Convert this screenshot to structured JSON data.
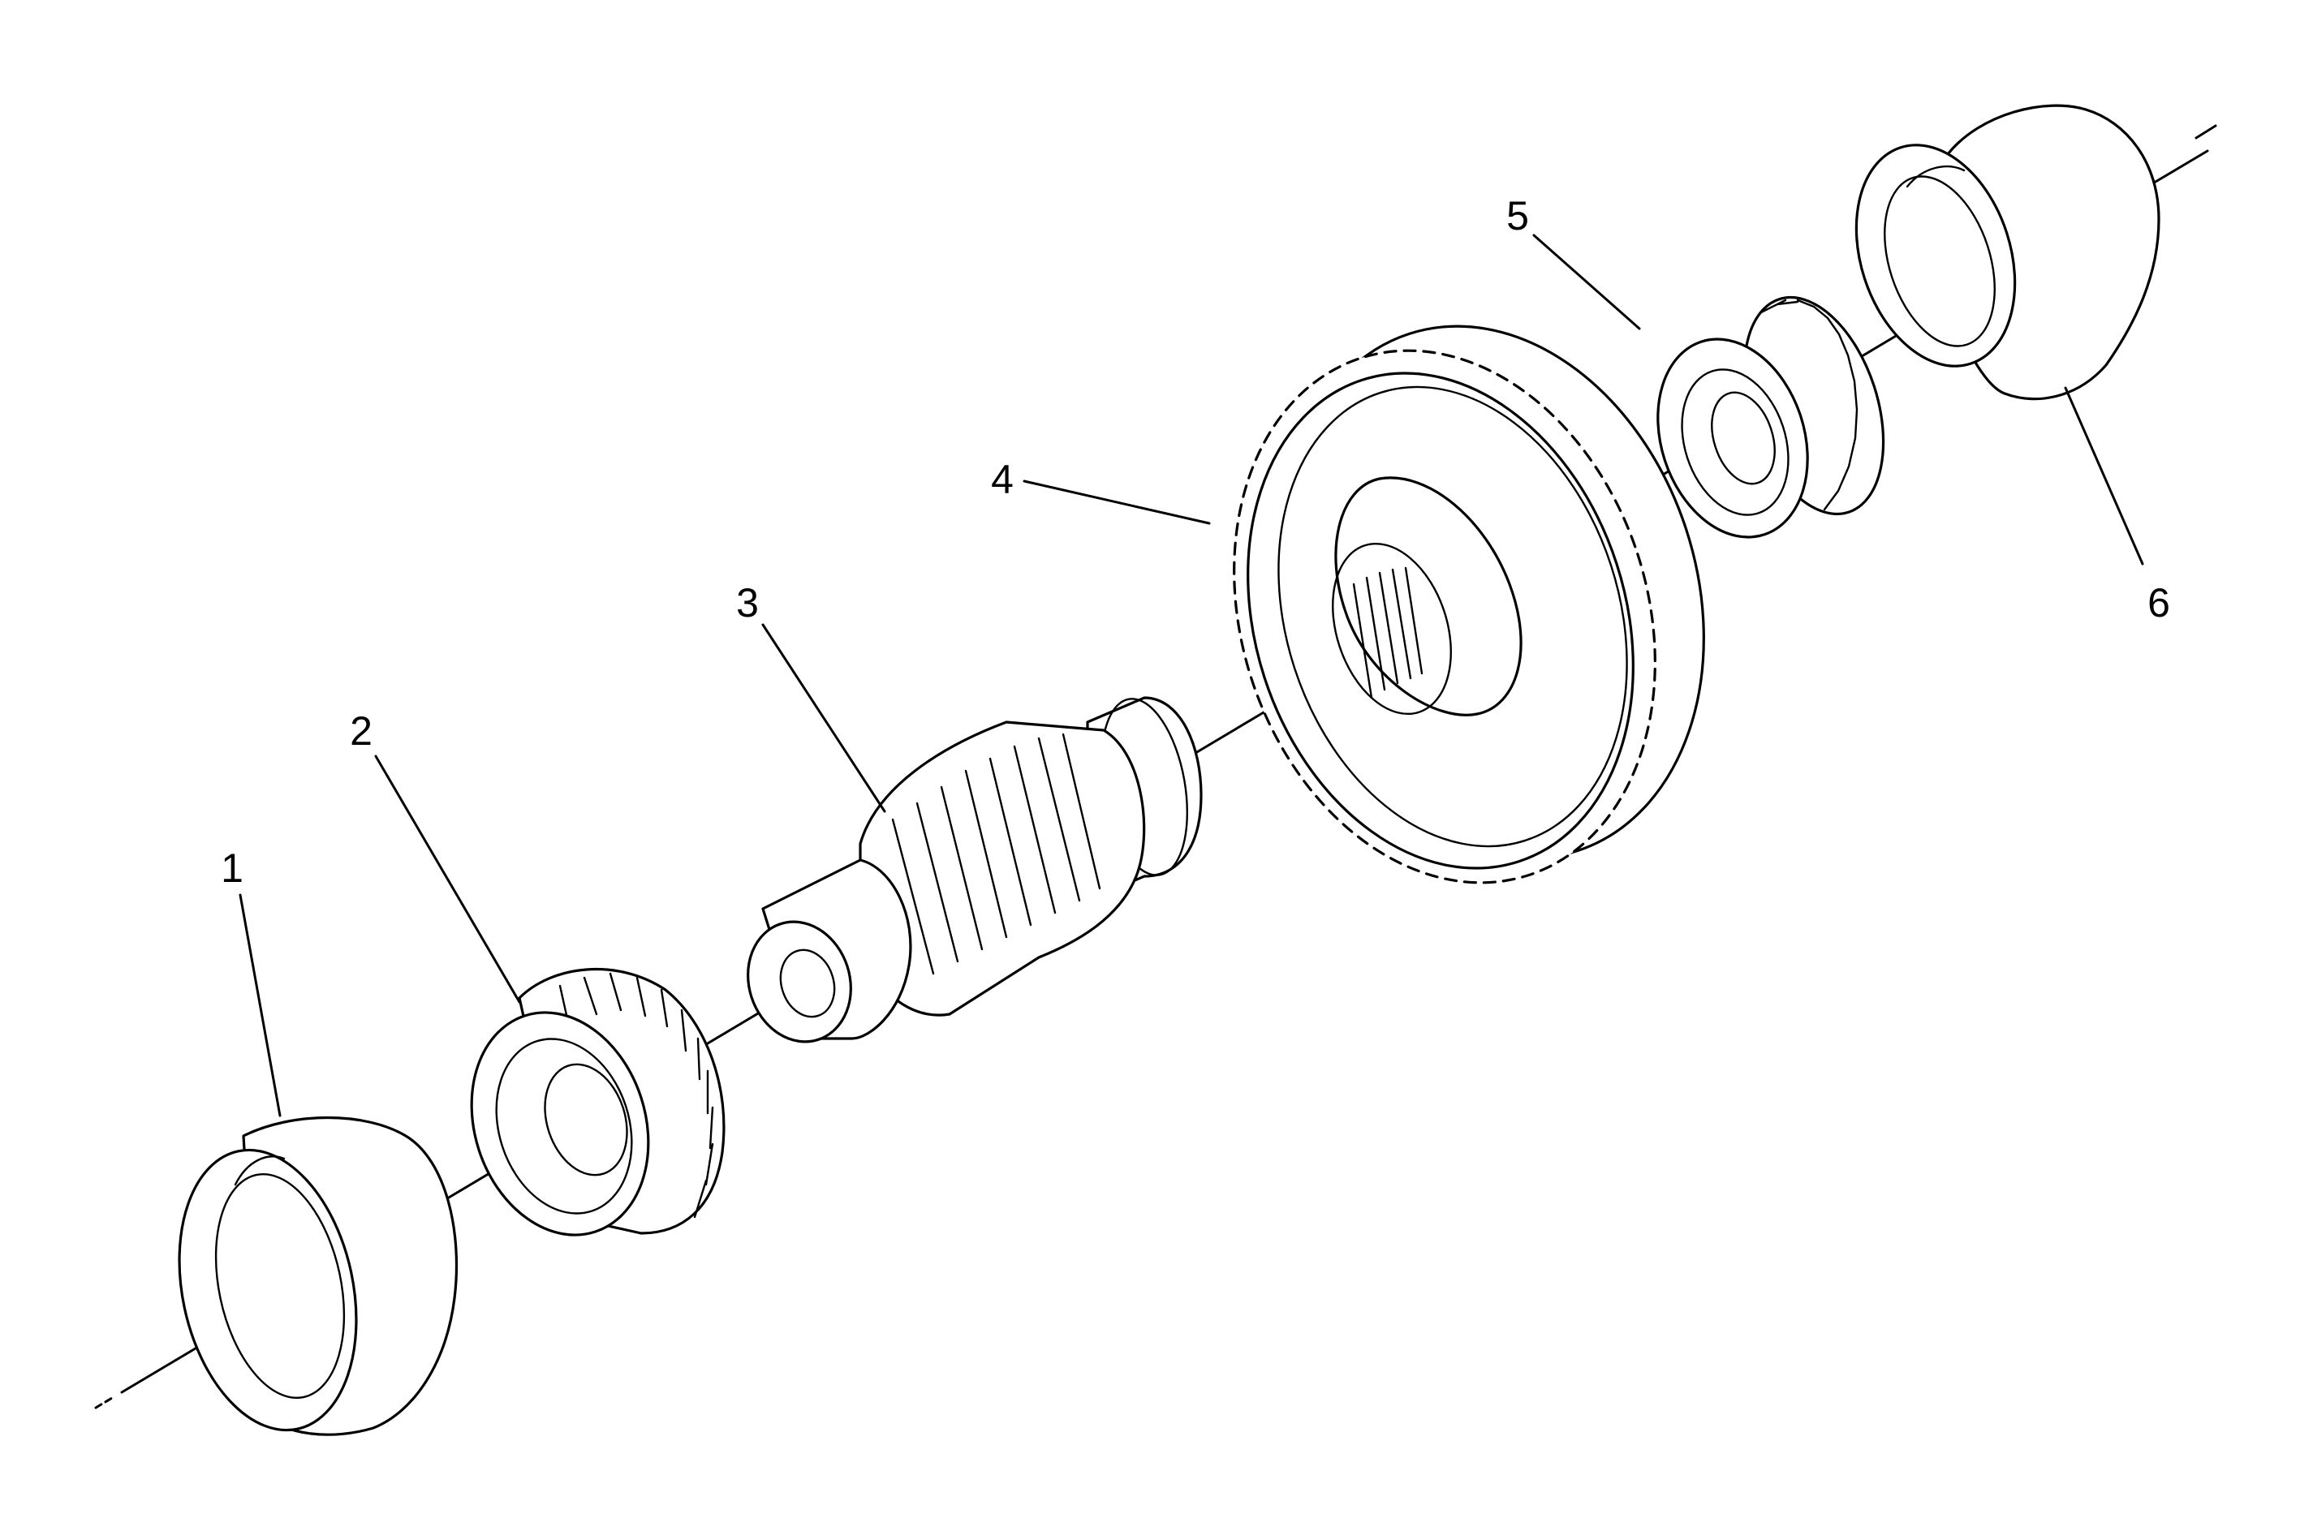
{
  "callouts": [
    {
      "id": 1,
      "label": "1"
    },
    {
      "id": 2,
      "label": "2"
    },
    {
      "id": 3,
      "label": "3"
    },
    {
      "id": 4,
      "label": "4"
    },
    {
      "id": 5,
      "label": "5"
    },
    {
      "id": 6,
      "label": "6"
    }
  ],
  "colors": {
    "line": "#000000",
    "background": "#ffffff"
  }
}
